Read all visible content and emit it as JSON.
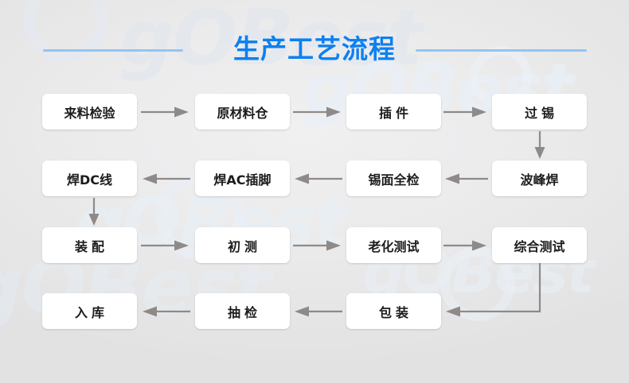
{
  "title": "生产工艺流程",
  "watermark": {
    "brand": "gOBest",
    "instances": [
      "gOBest",
      "gOBest",
      "gOBest",
      "gOBest",
      "gOBest"
    ]
  },
  "flow": {
    "type": "process-flowchart",
    "direction_by_row": [
      "left-to-right",
      "right-to-left",
      "left-to-right",
      "right-to-left"
    ],
    "rows": [
      {
        "row": 1,
        "nodes": [
          {
            "id": "n1",
            "label": "来料检验",
            "spaced": false,
            "col": 1
          },
          {
            "id": "n2",
            "label": "原材料仓",
            "spaced": false,
            "col": 2
          },
          {
            "id": "n3",
            "label": "插件",
            "spaced": true,
            "col": 3
          },
          {
            "id": "n4",
            "label": "过锡",
            "spaced": true,
            "col": 4
          }
        ]
      },
      {
        "row": 2,
        "nodes": [
          {
            "id": "n8",
            "label": "焊DC线",
            "spaced": false,
            "col": 1
          },
          {
            "id": "n7",
            "label": "焊AC插脚",
            "spaced": false,
            "col": 2
          },
          {
            "id": "n6",
            "label": "锡面全检",
            "spaced": false,
            "col": 3
          },
          {
            "id": "n5",
            "label": "波峰焊",
            "spaced": false,
            "col": 4
          }
        ]
      },
      {
        "row": 3,
        "nodes": [
          {
            "id": "n9",
            "label": "装配",
            "spaced": true,
            "col": 1
          },
          {
            "id": "n10",
            "label": "初测",
            "spaced": true,
            "col": 2
          },
          {
            "id": "n11",
            "label": "老化测试",
            "spaced": false,
            "col": 3
          },
          {
            "id": "n12",
            "label": "综合测试",
            "spaced": false,
            "col": 4
          }
        ]
      },
      {
        "row": 4,
        "nodes": [
          {
            "id": "n16",
            "label": "入库",
            "spaced": true,
            "col": 1
          },
          {
            "id": "n15",
            "label": "抽检",
            "spaced": true,
            "col": 2
          },
          {
            "id": "n14",
            "label": "包装",
            "spaced": true,
            "col": 3
          }
        ]
      }
    ],
    "connectors": [
      {
        "id": "a1",
        "from": "来料检验",
        "to": "原材料仓",
        "kind": "arrow-right"
      },
      {
        "id": "a2",
        "from": "原材料仓",
        "to": "插件",
        "kind": "arrow-right"
      },
      {
        "id": "a3",
        "from": "插件",
        "to": "过锡",
        "kind": "arrow-right"
      },
      {
        "id": "a4",
        "from": "过锡",
        "to": "波峰焊",
        "kind": "arrow-down"
      },
      {
        "id": "a5",
        "from": "波峰焊",
        "to": "锡面全检",
        "kind": "arrow-left"
      },
      {
        "id": "a6",
        "from": "锡面全检",
        "to": "焊AC插脚",
        "kind": "arrow-left"
      },
      {
        "id": "a7",
        "from": "焊AC插脚",
        "to": "焊DC线",
        "kind": "arrow-left"
      },
      {
        "id": "a8",
        "from": "焊DC线",
        "to": "装配",
        "kind": "arrow-down"
      },
      {
        "id": "a9",
        "from": "装配",
        "to": "初测",
        "kind": "arrow-right"
      },
      {
        "id": "a10",
        "from": "初测",
        "to": "老化测试",
        "kind": "arrow-right"
      },
      {
        "id": "a11",
        "from": "老化测试",
        "to": "综合测试",
        "kind": "arrow-right"
      },
      {
        "id": "a12",
        "from": "综合测试",
        "to": "包装",
        "kind": "elbow-down-left"
      },
      {
        "id": "a13",
        "from": "包装",
        "to": "抽检",
        "kind": "arrow-left"
      },
      {
        "id": "a14",
        "from": "抽检",
        "to": "入库",
        "kind": "arrow-left"
      }
    ]
  },
  "colors": {
    "title": "#0e80f0",
    "rule": "#93c4f2",
    "arrow": "#8d8a89",
    "node_bg": "#ffffff",
    "node_text": "#1c1c1c",
    "background": "#e9e9ea"
  }
}
